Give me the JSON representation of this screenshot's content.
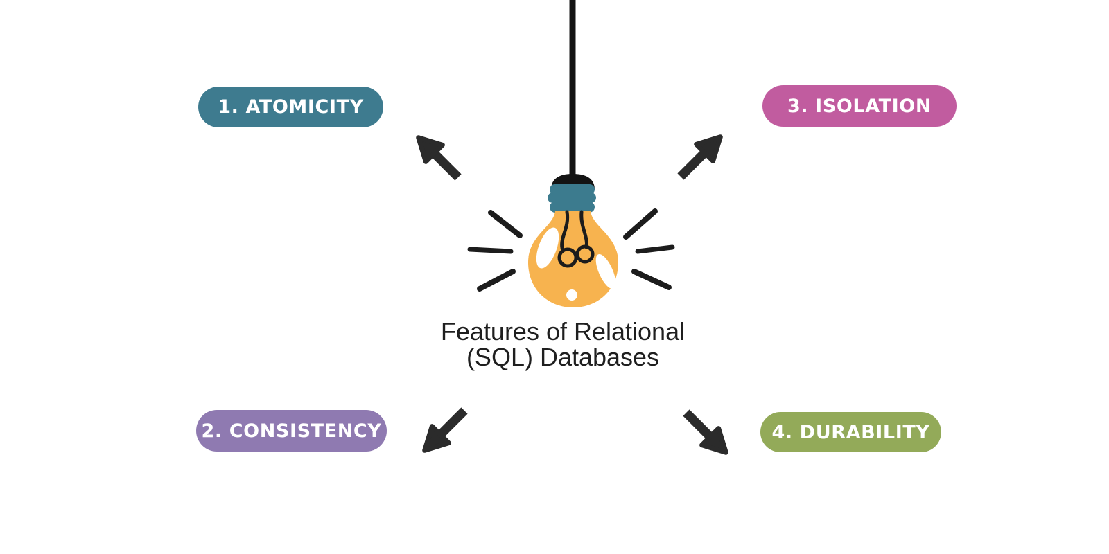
{
  "title": {
    "line1": "Features of Relational",
    "line2": "(SQL) Databases"
  },
  "features": [
    {
      "number": 1,
      "label": "1. ATOMICITY",
      "bg": "#3e7b8f",
      "position": "top-left"
    },
    {
      "number": 2,
      "label": "2. CONSISTENCY",
      "bg": "#8f7ab1",
      "position": "bottom-left"
    },
    {
      "number": 3,
      "label": "3. ISOLATION",
      "bg": "#c15c9f",
      "position": "top-right"
    },
    {
      "number": 4,
      "label": "4. DURABILITY",
      "bg": "#93aa59",
      "position": "bottom-right"
    }
  ],
  "lightbulb": {
    "bulb_color": "#f7b34f",
    "base_color": "#3c7b8e",
    "cord_color": "#141414",
    "accent_color": "#1c1c1c"
  },
  "arrows": {
    "color": "#2b2b2b",
    "directions": [
      "up-left",
      "up-right",
      "down-left",
      "down-right"
    ]
  }
}
